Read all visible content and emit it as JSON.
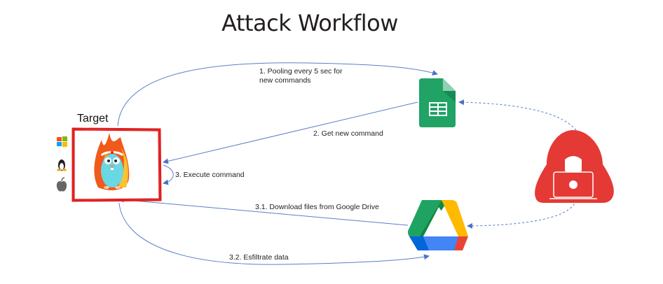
{
  "title": "Attack Workflow",
  "target": {
    "label": "Target",
    "os_icons": [
      "windows-icon",
      "linux-icon",
      "apple-icon"
    ],
    "mascot": "gopher-on-fire",
    "border_color": "#e02020"
  },
  "nodes": {
    "sheets": {
      "name": "Google Sheets",
      "color": "#21a366"
    },
    "drive": {
      "name": "Google Drive",
      "colors": [
        "#1ea362",
        "#ffba00",
        "#4285f4",
        "#ea4335",
        "#0066da"
      ]
    },
    "attacker": {
      "name": "Attacker",
      "color": "#e53935"
    }
  },
  "steps": [
    {
      "id": "1",
      "label_line1": "1. Pooling every 5 sec for",
      "label_line2": "new commands",
      "from": "target",
      "to": "sheets"
    },
    {
      "id": "2",
      "label": "2. Get new command",
      "from": "sheets",
      "to": "target"
    },
    {
      "id": "3",
      "label": "3. Execute command",
      "from": "target",
      "to": "target"
    },
    {
      "id": "3.1",
      "label": "3.1.  Download files from Google Drive",
      "from": "drive",
      "to": "target"
    },
    {
      "id": "3.2",
      "label": "3.2.  Esfiltrate data",
      "from": "target",
      "to": "drive"
    }
  ],
  "attacker_links": [
    {
      "from": "attacker",
      "to": "sheets",
      "style": "dashed"
    },
    {
      "from": "attacker",
      "to": "drive",
      "style": "dashed"
    }
  ],
  "arrow_color": "#4a72c4"
}
